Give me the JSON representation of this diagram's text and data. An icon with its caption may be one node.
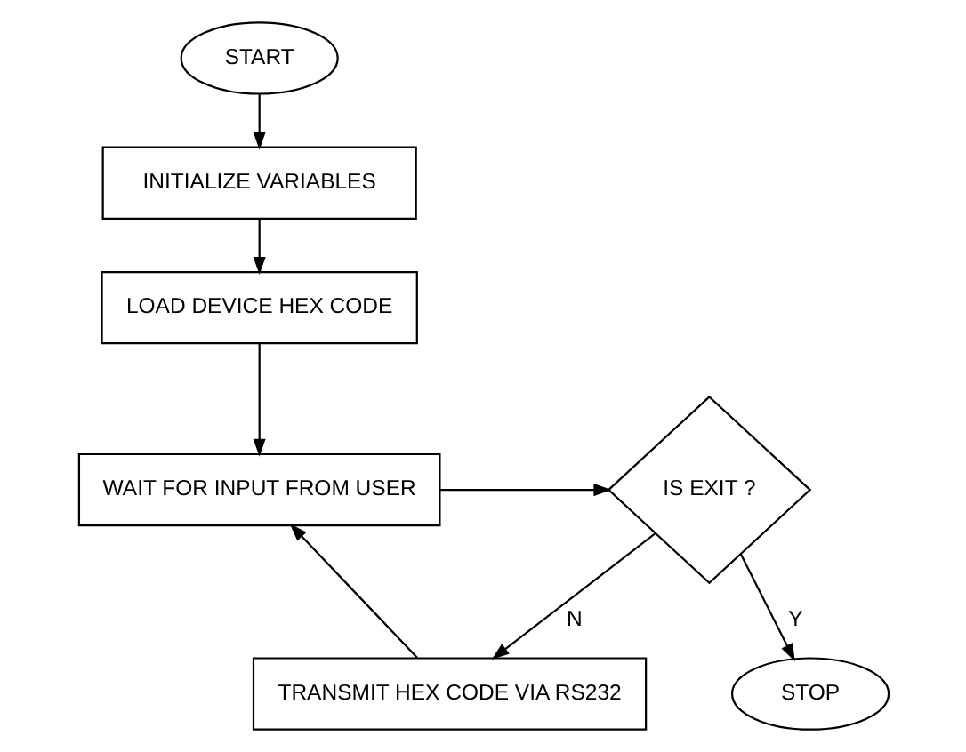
{
  "diagram": {
    "nodes": [
      {
        "text": [
          "START"
        ]
      },
      {
        "text": [
          "INITIALIZE VARIABLES"
        ]
      },
      {
        "text": [
          "LOAD DEVICE HEX CODE"
        ]
      },
      {
        "text": [
          "WAIT FOR INPUT FROM USER"
        ]
      },
      {
        "text": [
          "IS EXIT ?"
        ]
      },
      {
        "text": [
          "TRANSMIT HEX CODE VIA RS232"
        ]
      },
      {
        "text": [
          "STOP"
        ]
      }
    ],
    "edges": [
      {
        "from": 0,
        "to": 1,
        "arrow": "to"
      },
      {
        "from": 1,
        "to": 2,
        "arrow": "to"
      },
      {
        "from": 2,
        "to": 3,
        "arrow": "to"
      },
      {
        "from": 3,
        "to": 4,
        "arrow": "to"
      },
      {
        "from": 4,
        "to": 5,
        "arrow": "to",
        "label": "N"
      },
      {
        "from": 4,
        "to": 6,
        "arrow": "to",
        "label": "Y"
      },
      {
        "from": 5,
        "to": 3,
        "arrow": "to"
      }
    ]
  }
}
